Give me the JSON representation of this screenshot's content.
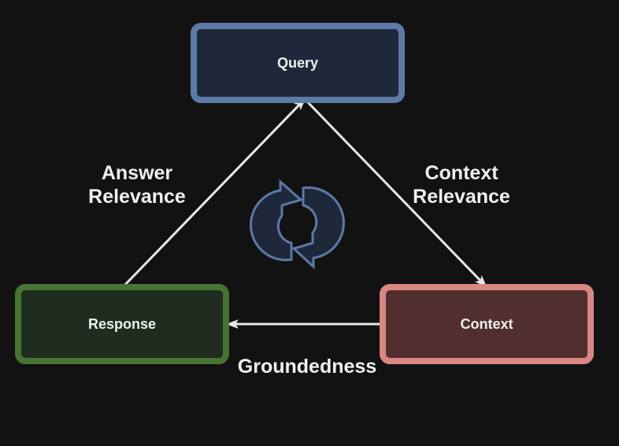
{
  "diagram": {
    "nodes": {
      "query": {
        "label": "Query",
        "fill": "#1e283a",
        "border": "#5c79a8"
      },
      "response": {
        "label": "Response",
        "fill": "#1e2d1e",
        "border": "#477434"
      },
      "context": {
        "label": "Context",
        "fill": "#512f2f",
        "border": "#d98782"
      }
    },
    "edges": {
      "answer_relevance": {
        "label": "Answer\nRelevance",
        "from": "response",
        "to": "query"
      },
      "context_relevance": {
        "label": "Context\nRelevance",
        "from": "query",
        "to": "context"
      },
      "groundedness": {
        "label": "Groundedness",
        "from": "context",
        "to": "response"
      }
    },
    "center_icon": {
      "name": "cycle-arrows-icon",
      "fill": "#1e283a",
      "stroke": "#5c79a8"
    },
    "colors": {
      "background": "#121212",
      "edge": "#e8e8e8",
      "text": "#f0f0f0"
    }
  }
}
